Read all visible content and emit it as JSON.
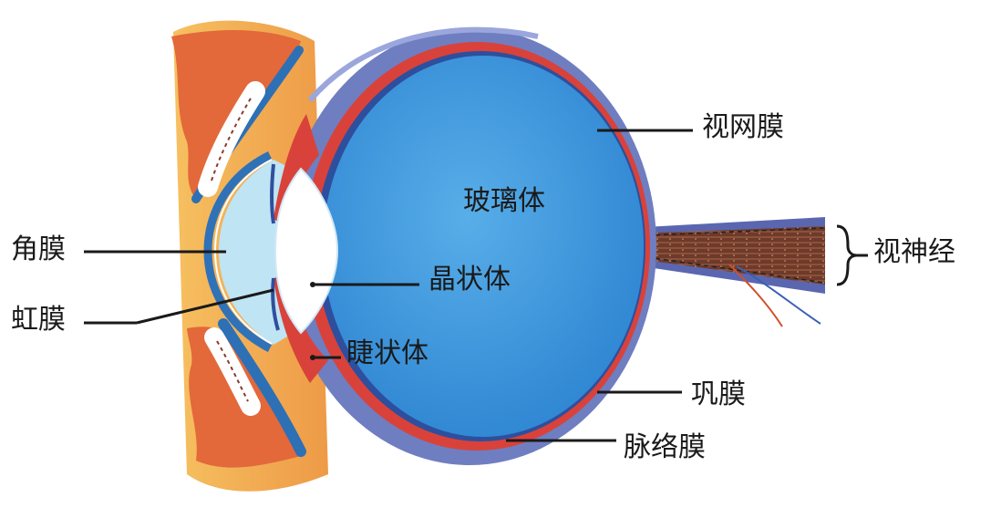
{
  "labels": {
    "cornea": "角膜",
    "iris": "虹膜",
    "vitreous": "玻璃体",
    "lens": "晶状体",
    "ciliary": "睫状体",
    "retina": "视网膜",
    "optic_nerve": "视神经",
    "sclera": "巩膜",
    "choroid": "脉络膜"
  },
  "colors": {
    "vitreous": "#3f95dc",
    "sclera": "#6f7ec0",
    "choroid": "#d9423a",
    "cornea": "#2f72b8",
    "aqueous": "#bfe4f4",
    "skin": "#f2a33d",
    "eyelid": "#e06a33",
    "optic_nerve": "#7a4030"
  }
}
